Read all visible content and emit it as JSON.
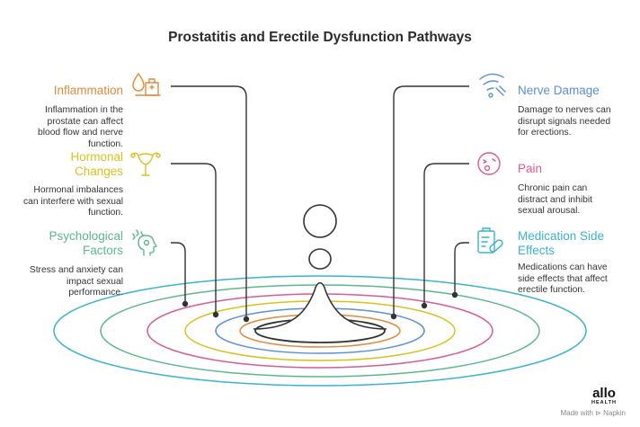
{
  "title": "Prostatitis and Erectile Dysfunction Pathways",
  "factors": [
    {
      "id": "inflammation",
      "title_lines": [
        "Inflammation"
      ],
      "desc_lines": [
        "Inflammation in the",
        "prostate can affect",
        "blood flow and nerve",
        "function."
      ],
      "color": "#e08a3c",
      "icon": "blood-drop-building-icon",
      "side": "left"
    },
    {
      "id": "hormonal",
      "title_lines": [
        "Hormonal",
        "Changes"
      ],
      "desc_lines": [
        "Hormonal imbalances",
        "can interfere with sexual",
        "function."
      ],
      "color": "#d9c21f",
      "icon": "uterus-hormone-icon",
      "side": "left"
    },
    {
      "id": "psychological",
      "title_lines": [
        "Psychological",
        "Factors"
      ],
      "desc_lines": [
        "Stress and anxiety can",
        "impact sexual",
        "performance."
      ],
      "color": "#5bb88c",
      "icon": "stressed-head-icon",
      "side": "left"
    },
    {
      "id": "nerve",
      "title_lines": [
        "Nerve Damage"
      ],
      "desc_lines": [
        "Damage to nerves can",
        "disrupt signals needed",
        "for erections."
      ],
      "color": "#5b8fd6",
      "icon": "broken-signal-icon",
      "side": "right"
    },
    {
      "id": "pain",
      "title_lines": [
        "Pain"
      ],
      "desc_lines": [
        "Chronic pain can",
        "distract and inhibit",
        "sexual arousal."
      ],
      "color": "#d65b9a",
      "icon": "pained-face-icon",
      "side": "right"
    },
    {
      "id": "medication",
      "title_lines": [
        "Medication Side",
        "Effects"
      ],
      "desc_lines": [
        "Medications can have",
        "side effects that affect",
        "erectile function."
      ],
      "color": "#3ab3cf",
      "icon": "clipboard-pill-icon",
      "side": "right"
    }
  ],
  "ripple_colors": [
    "#333333",
    "#e08a3c",
    "#5b8fd6",
    "#d9c21f",
    "#d65b9a",
    "#5bb88c",
    "#3ab3cf"
  ],
  "brand": {
    "name": "allo",
    "sub": "HEALTH"
  },
  "credit": "Made with ⊳ Napkin"
}
